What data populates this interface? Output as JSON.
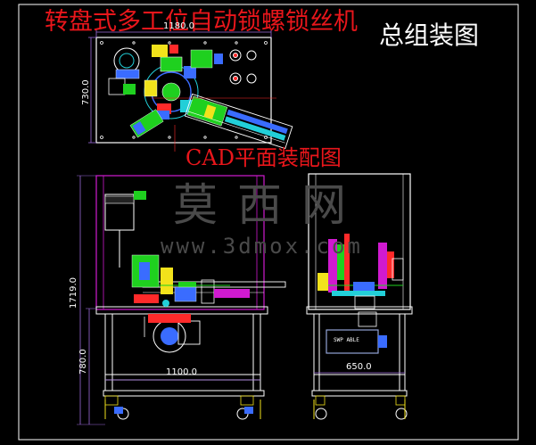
{
  "titles": {
    "main_title_cn": "转盘式多工位自动锁螺锁丝机",
    "assembly_label": "总组装图",
    "plan_view_label": "CAD平面装配图"
  },
  "watermark": {
    "brand": "莫西网",
    "url": "www.3dmox.com"
  },
  "dimensions": {
    "plan_width": "1180.0",
    "plan_depth": "730.0",
    "front_height": "1719.0",
    "table_height": "780.0",
    "front_width": "1100.0",
    "side_width": "650.0"
  },
  "labels": {
    "motor_tag": "SWP ABLE"
  },
  "colors": {
    "background": "#000000",
    "line_white": "#ffffff",
    "frame_magenta": "#d01ad0",
    "dim_purple": "#9a6ad8",
    "title_red": "#e8161b",
    "part_green": "#1fd01f",
    "part_blue": "#3a6cff",
    "part_cyan": "#22cfd8",
    "part_yellow": "#f2e21b",
    "part_red": "#ff2a2a"
  }
}
